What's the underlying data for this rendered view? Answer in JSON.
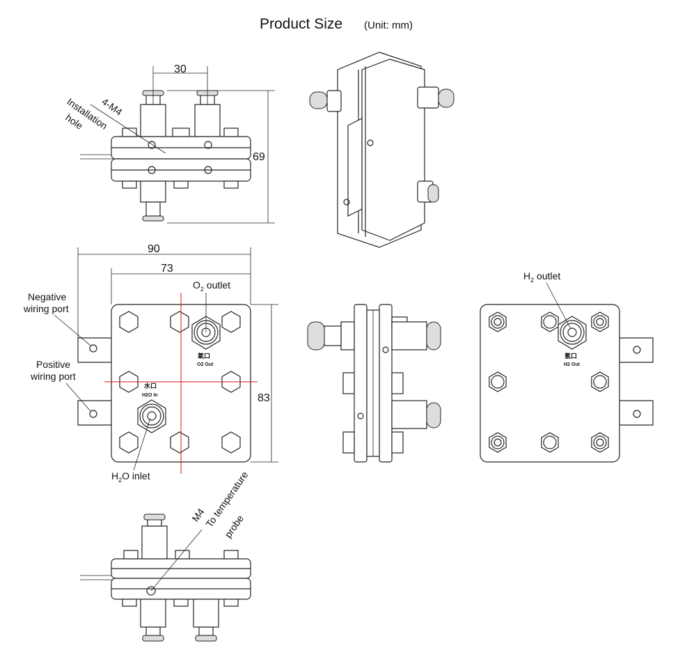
{
  "title": "Product Size",
  "unit": "(Unit: mm)",
  "top_view": {
    "dim_width": "30",
    "dim_height": "69",
    "hole_spec": "4-M4",
    "hole_label_1": "Installation",
    "hole_label_2": "hole"
  },
  "front_view": {
    "dim_overall": "90",
    "dim_plate": "73",
    "dim_height": "83",
    "negative_1": "Negative",
    "negative_2": "wiring port",
    "positive_1": "Positive",
    "positive_2": "wiring port",
    "o2_outlet": "O",
    "o2_sub": "2",
    "o2_outlet_rest": " outlet",
    "o2_cn": "氧口",
    "o2_en": "O2  Out",
    "h2o_cn": "水口",
    "h2o_en": "H2O In",
    "h2o_inlet": "H",
    "h2o_sub": "2",
    "h2o_inlet_rest": "O inlet"
  },
  "back_view": {
    "h2_outlet": "H",
    "h2_sub": "2",
    "h2_outlet_rest": " outlet",
    "h2_cn": "氢口",
    "h2_en": "H2 Out"
  },
  "bottom_view": {
    "probe_spec": "M4",
    "probe_1": "To temperature",
    "probe_2": "probe"
  },
  "colors": {
    "line": "#222222",
    "centerline": "#e01010"
  }
}
